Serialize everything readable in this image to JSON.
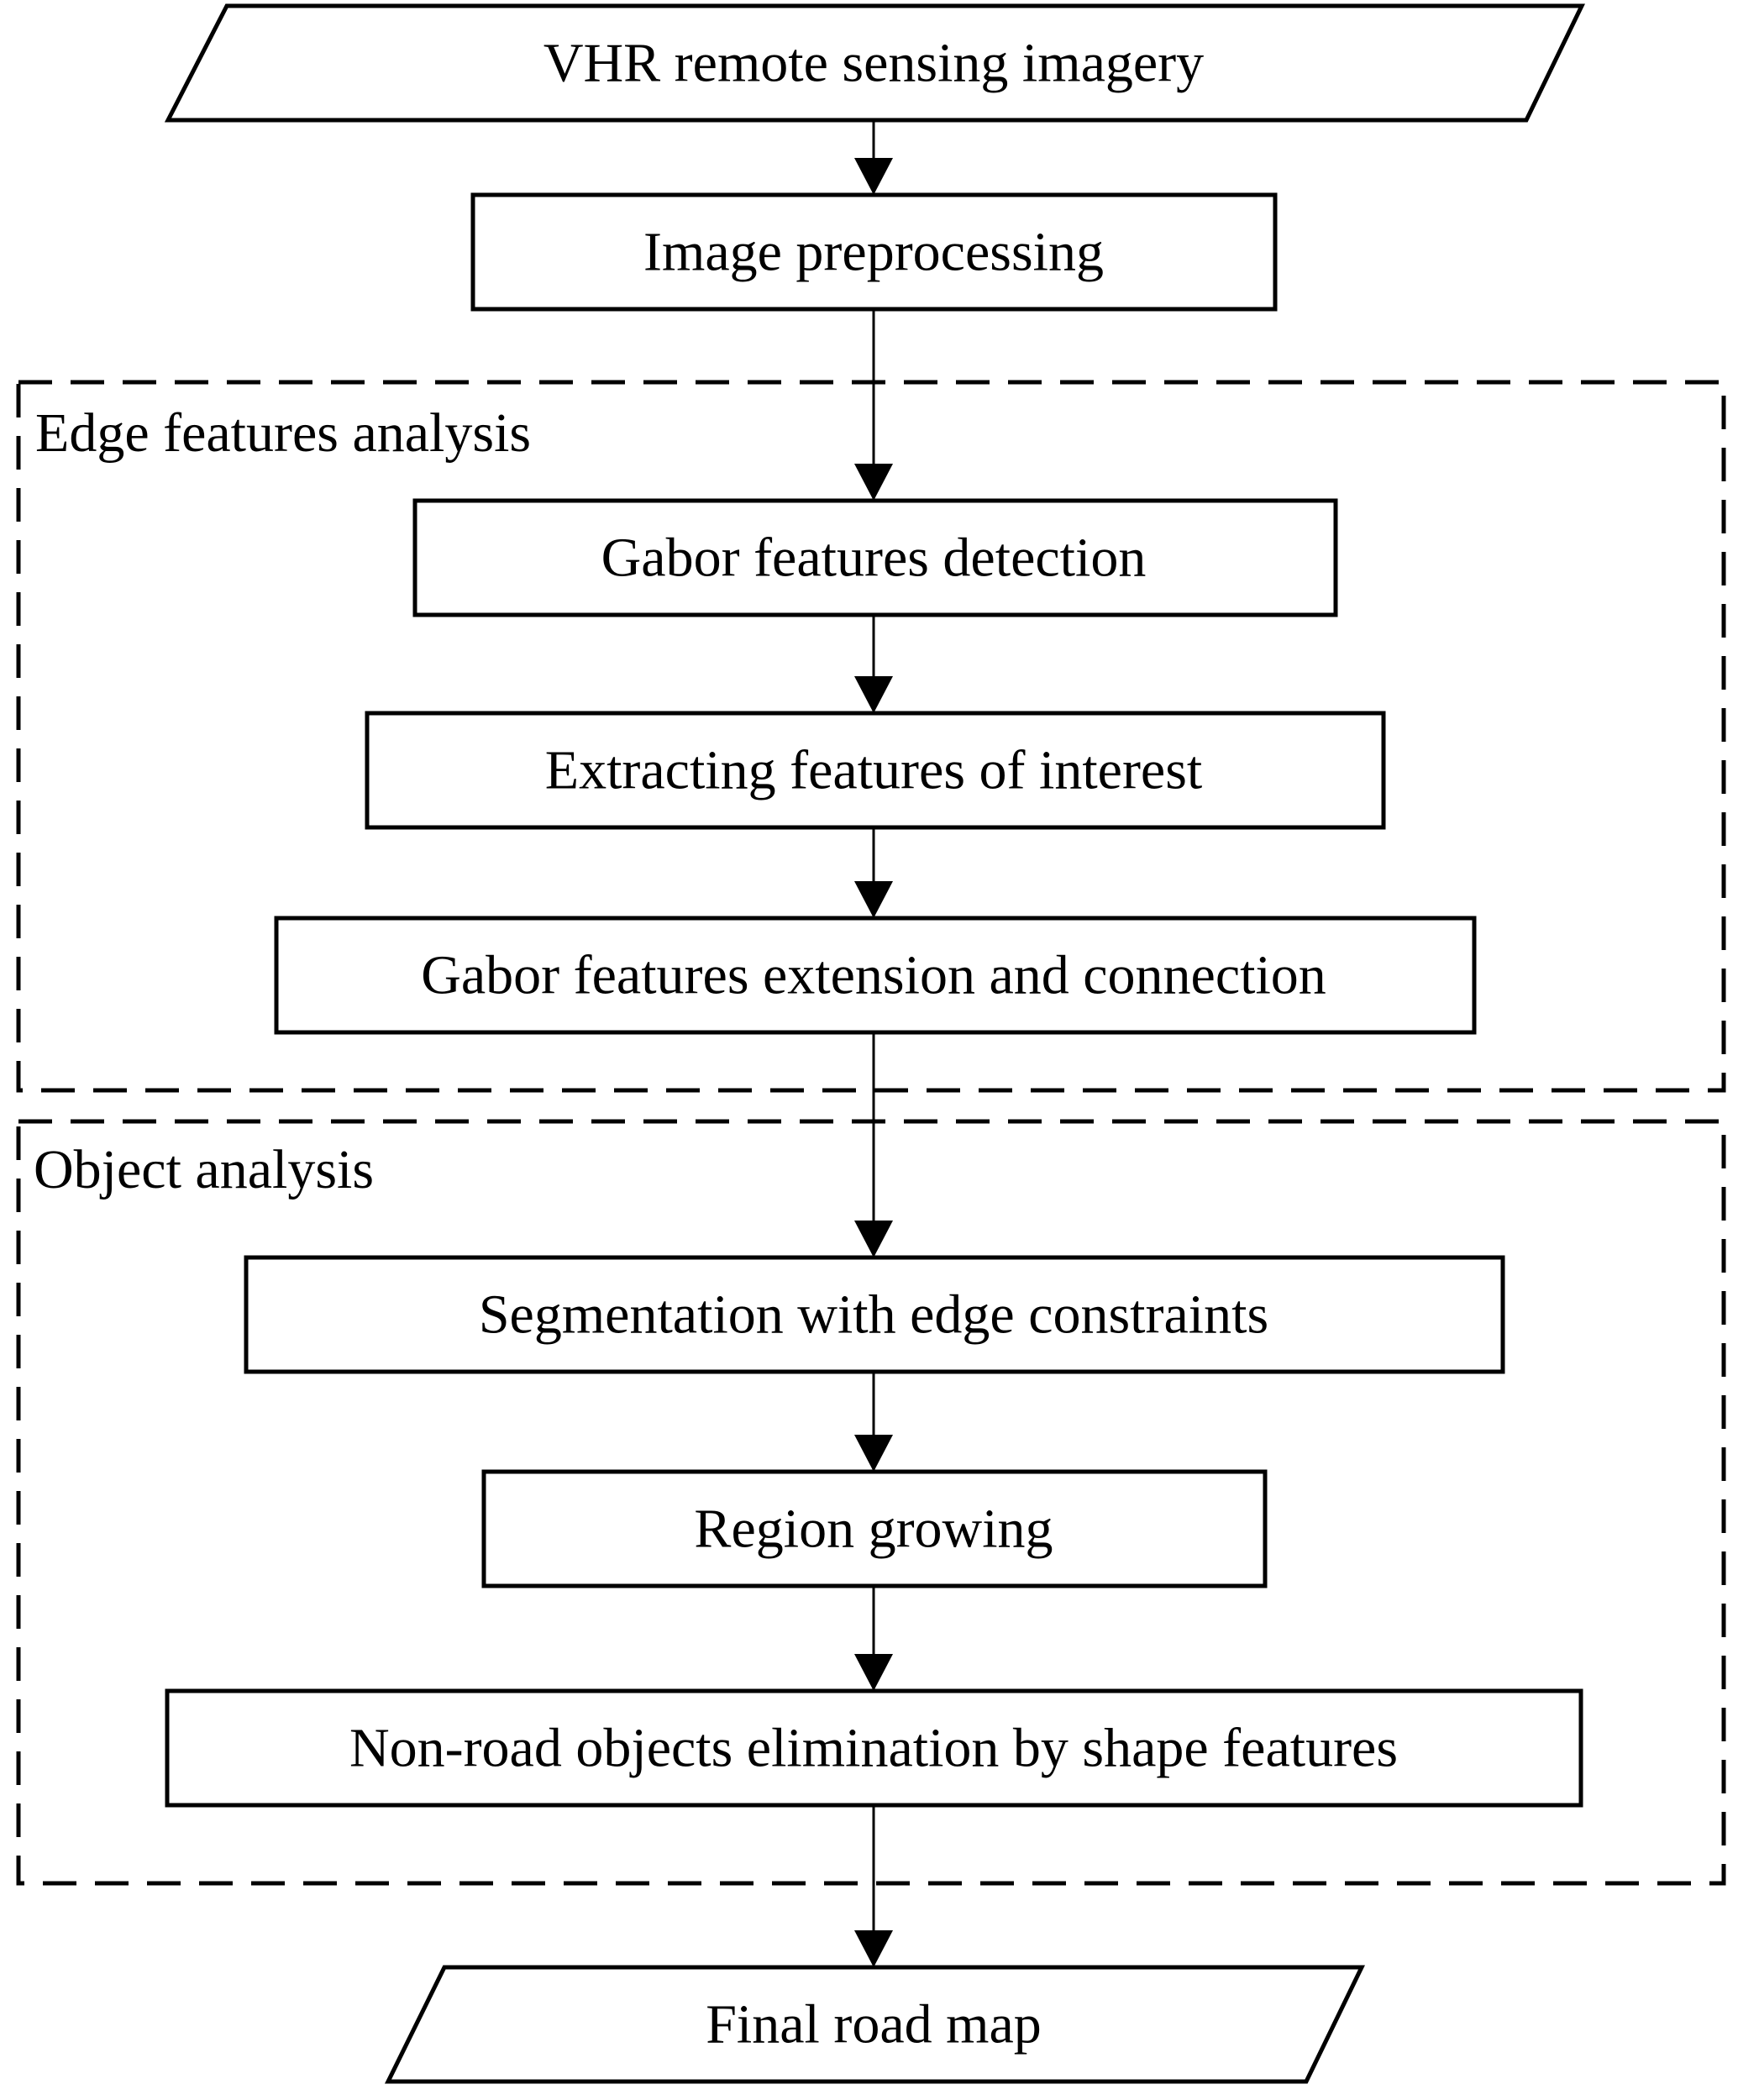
{
  "diagram": {
    "title": "",
    "nodes": [
      {
        "id": "input",
        "shape": "parallelogram",
        "label": "VHR remote sensing imagery"
      },
      {
        "id": "preprocess",
        "shape": "rectangle",
        "label": "Image preprocessing"
      },
      {
        "id": "gabor-detect",
        "shape": "rectangle",
        "label": "Gabor features detection"
      },
      {
        "id": "extract",
        "shape": "rectangle",
        "label": "Extracting features of interest"
      },
      {
        "id": "gabor-extend",
        "shape": "rectangle",
        "label": "Gabor features extension and connection"
      },
      {
        "id": "segmentation",
        "shape": "rectangle",
        "label": "Segmentation with edge constraints"
      },
      {
        "id": "region-growing",
        "shape": "rectangle",
        "label": "Region growing"
      },
      {
        "id": "elimination",
        "shape": "rectangle",
        "label": "Non-road objects elimination by shape features"
      },
      {
        "id": "output",
        "shape": "parallelogram",
        "label": "Final road map"
      }
    ],
    "groups": [
      {
        "id": "edge-group",
        "label": "Edge features analysis",
        "border": "dashed"
      },
      {
        "id": "object-group",
        "label": "Object analysis",
        "border": "dashed"
      }
    ],
    "edges": [
      {
        "from": "input",
        "to": "preprocess"
      },
      {
        "from": "preprocess",
        "to": "gabor-detect"
      },
      {
        "from": "gabor-detect",
        "to": "extract"
      },
      {
        "from": "extract",
        "to": "gabor-extend"
      },
      {
        "from": "gabor-extend",
        "to": "segmentation"
      },
      {
        "from": "segmentation",
        "to": "region-growing"
      },
      {
        "from": "region-growing",
        "to": "elimination"
      },
      {
        "from": "elimination",
        "to": "output"
      }
    ],
    "colors": {
      "stroke": "#000000",
      "fill": "#ffffff",
      "text": "#000000"
    }
  }
}
